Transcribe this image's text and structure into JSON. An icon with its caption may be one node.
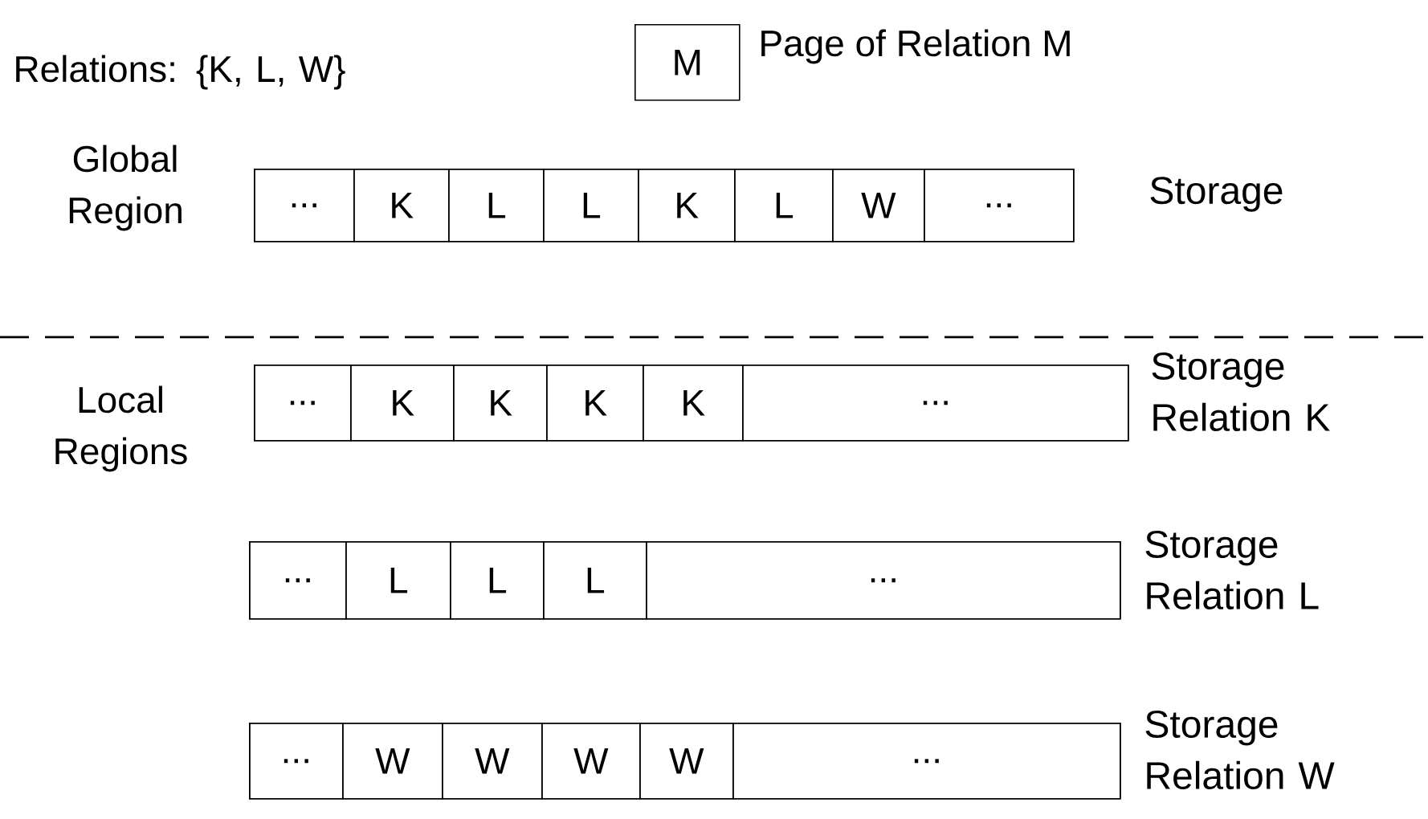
{
  "diagram": {
    "nodes": [
      {
        "text": [
          "M"
        ],
        "beside": [
          "Page of Relation M"
        ]
      },
      {
        "text": [],
        "shape": "bar",
        "beside": [
          "Storage"
        ]
      },
      {
        "text": [
          "..."
        ],
        "in": 1
      },
      {
        "text": [
          "K"
        ],
        "in": 1
      },
      {
        "text": [
          "L"
        ],
        "in": 1
      },
      {
        "text": [
          "L"
        ],
        "in": 1
      },
      {
        "text": [
          "K"
        ],
        "in": 1
      },
      {
        "text": [
          "L"
        ],
        "in": 1
      },
      {
        "text": [
          "W"
        ],
        "in": 1
      },
      {
        "text": [
          "..."
        ],
        "in": 1
      },
      {
        "text": [],
        "shape": "bar",
        "beside": [
          "Storage Relation K"
        ]
      },
      {
        "text": [
          "..."
        ],
        "in": 10
      },
      {
        "text": [
          "K"
        ],
        "in": 10
      },
      {
        "text": [
          "K"
        ],
        "in": 10
      },
      {
        "text": [
          "K"
        ],
        "in": 10
      },
      {
        "text": [
          "K"
        ],
        "in": 10
      },
      {
        "text": [
          "..."
        ],
        "in": 10
      },
      {
        "text": [],
        "shape": "bar",
        "beside": [
          "Storage Relation L"
        ]
      },
      {
        "text": [
          "..."
        ],
        "in": 17
      },
      {
        "text": [
          "L"
        ],
        "in": 17
      },
      {
        "text": [
          "L"
        ],
        "in": 17
      },
      {
        "text": [
          "L"
        ],
        "in": 17
      },
      {
        "text": [
          "..."
        ],
        "in": 17
      },
      {
        "text": [],
        "shape": "bar",
        "beside": [
          "Storage Relation W"
        ]
      },
      {
        "text": [
          "..."
        ],
        "in": 23
      },
      {
        "text": [
          "W"
        ],
        "in": 23
      },
      {
        "text": [
          "W"
        ],
        "in": 23
      },
      {
        "text": [
          "W"
        ],
        "in": 23
      },
      {
        "text": [
          "W"
        ],
        "in": 23
      },
      {
        "text": [
          "..."
        ],
        "in": 23
      }
    ],
    "labels": [
      "Relations: {K, L, W}",
      "Global Region",
      "Local Regions"
    ]
  }
}
